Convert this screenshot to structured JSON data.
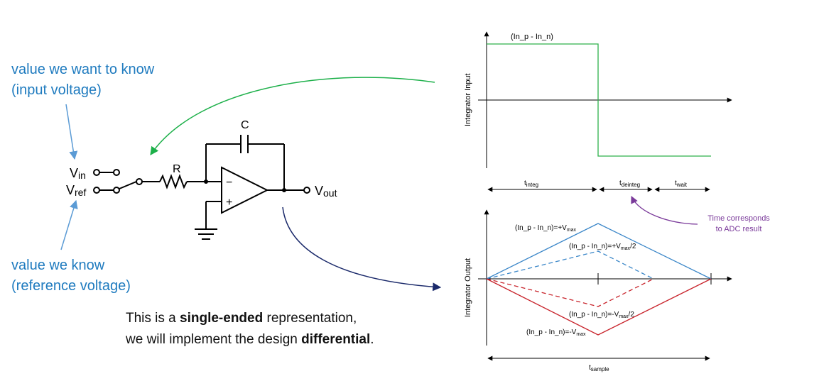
{
  "colors": {
    "accent_blue": "#1f7bbf",
    "green_arrow": "#1db04a",
    "navy_arrow": "#1b2a6b",
    "purple_arrow": "#7a3a9a",
    "plot_blue": "#3a86c8",
    "plot_red": "#c8232b",
    "plot_green": "#2db04a"
  },
  "left_labels": {
    "want_line1": "value we want to know",
    "want_line2": "(input voltage)",
    "know_line1": "value we know",
    "know_line2": "(reference voltage)"
  },
  "note": {
    "part1": "This is a ",
    "bold1": "single-ended",
    "part2": " representation,",
    "part3": "we will implement the design ",
    "bold2": "differential",
    "part4": "."
  },
  "circuit": {
    "vin_main": "V",
    "vin_sub": "in",
    "vref_main": "V",
    "vref_sub": "ref",
    "r_label": "R",
    "c_label": "C",
    "vout_main": "V",
    "vout_sub": "out",
    "minus": "−",
    "plus": "+"
  },
  "top_plot": {
    "ylabel": "Integrator Input",
    "signal_label": "(In_p - In_n)"
  },
  "timing": {
    "t1_main": "t",
    "t1_sub": "integ",
    "t2_main": "t",
    "t2_sub": "deinteg",
    "t3_main": "t",
    "t3_sub": "wait",
    "callout_line1": "Time corresponds",
    "callout_line2": "to ADC result"
  },
  "bottom_plot": {
    "ylabel": "Integrator Output",
    "lbl_pos_vmax_a": "(In_p - In_n)=+V",
    "lbl_pos_vmax_b": "max",
    "lbl_pos_half_a": "(In_p - In_n)=+V",
    "lbl_pos_half_b": "max",
    "lbl_pos_half_c": "/2",
    "lbl_neg_half_a": "(In_p - In_n)=-V",
    "lbl_neg_half_b": "max",
    "lbl_neg_half_c": "/2",
    "lbl_neg_vmax_a": "(In_p - In_n)=-V",
    "lbl_neg_vmax_b": "max",
    "sample_main": "t",
    "sample_sub": "sample"
  }
}
